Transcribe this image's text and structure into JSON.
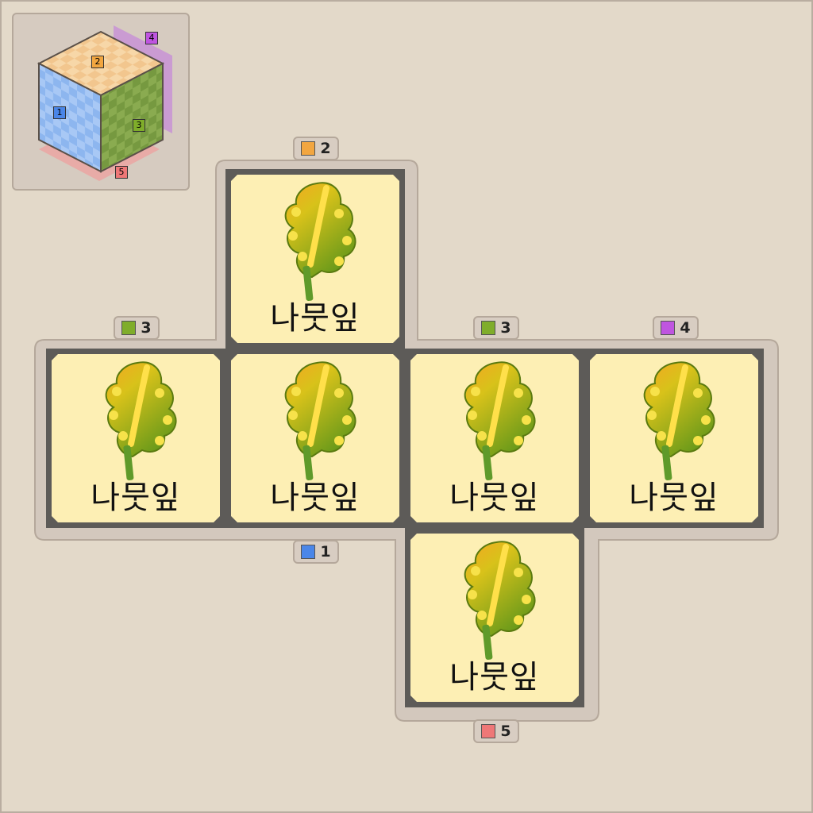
{
  "preview": {
    "labels": [
      {
        "text": "1",
        "color": "#4a86e8"
      },
      {
        "text": "2",
        "color": "#f2a640"
      },
      {
        "text": "3",
        "color": "#7fad2a"
      },
      {
        "text": "4",
        "color": "#bf55e0"
      },
      {
        "text": "5",
        "color": "#ee7777"
      }
    ]
  },
  "faces": [
    {
      "id": "top",
      "label": "나뭇잎",
      "icon": "leaf-icon"
    },
    {
      "id": "left",
      "label": "나뭇잎",
      "icon": "leaf-icon"
    },
    {
      "id": "front",
      "label": "나뭇잎",
      "icon": "leaf-icon"
    },
    {
      "id": "right",
      "label": "나뭇잎",
      "icon": "leaf-icon"
    },
    {
      "id": "back",
      "label": "나뭇잎",
      "icon": "leaf-icon"
    },
    {
      "id": "bottom",
      "label": "나뭇잎",
      "icon": "leaf-icon"
    }
  ],
  "tabs": [
    {
      "num": "2",
      "color": "#f2a640"
    },
    {
      "num": "3",
      "color": "#7fad2a"
    },
    {
      "num": "3",
      "color": "#7fad2a"
    },
    {
      "num": "4",
      "color": "#bf55e0"
    },
    {
      "num": "1",
      "color": "#4a86e8"
    },
    {
      "num": "5",
      "color": "#ee7777"
    }
  ]
}
